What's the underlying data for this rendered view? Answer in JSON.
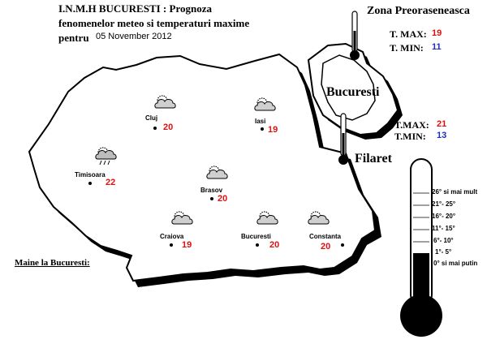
{
  "header": {
    "line1": "I.N.M.H BUCURESTI : Prognoza",
    "line2": "fenomenelor meteo si temperaturi  maxime",
    "pentru_label": "pentru",
    "date": "05 November 2012"
  },
  "zona": {
    "title": "Zona Preoraseneasca",
    "tmax_label": "T. MAX:",
    "tmax_value": "19",
    "tmin_label": "T. MIN:",
    "tmin_value": "11"
  },
  "bucuresti_inset": {
    "label": "Bucuresti",
    "tmax_label": "T.MAX:",
    "tmax_value": "21",
    "tmin_label": "T.MIN:",
    "tmin_value": "13",
    "station": "Filaret"
  },
  "cities": [
    {
      "name": "Cluj",
      "temp": "20",
      "icon": "cloudy-sun-icon"
    },
    {
      "name": "Iasi",
      "temp": "19",
      "icon": "cloudy-sun-icon"
    },
    {
      "name": "Timisoara",
      "temp": "22",
      "icon": "rain-cloud-icon"
    },
    {
      "name": "Brasov",
      "temp": "20",
      "icon": "cloudy-sun-icon"
    },
    {
      "name": "Craiova",
      "temp": "19",
      "icon": "cloudy-sun-icon"
    },
    {
      "name": "Bucuresti",
      "temp": "20",
      "icon": "cloudy-sun-icon"
    },
    {
      "name": "Constanta",
      "temp": "20",
      "icon": "cloudy-sun-icon"
    }
  ],
  "maine_label": "Maine la Bucuresti:",
  "scale": {
    "labels": [
      "26° si mai mult",
      "21°- 25°",
      "16°- 20°",
      "11°- 15°",
      "6°- 10°",
      "1°- 5°",
      "0° si mai putin"
    ]
  },
  "colors": {
    "max": "#e01010",
    "min": "#1a2fc0"
  }
}
